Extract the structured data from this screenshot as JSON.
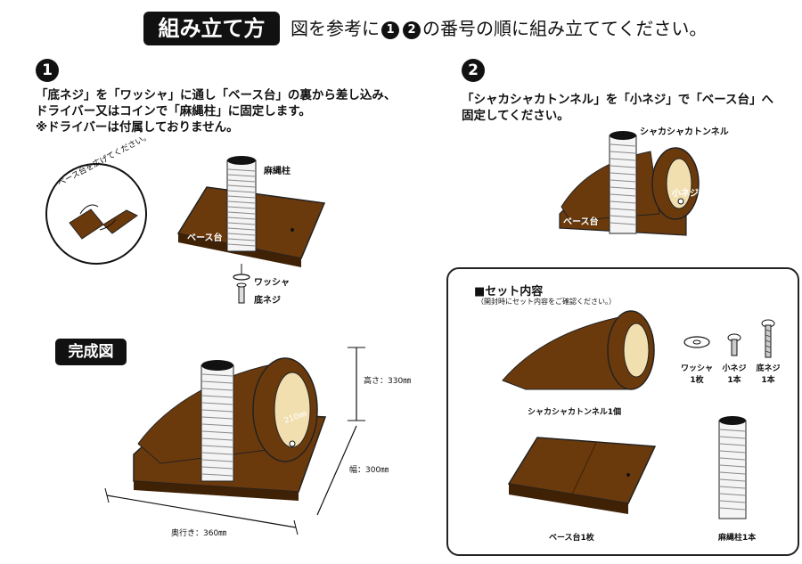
{
  "header": {
    "title": "組み立て方",
    "subtitle_before": "図を参考に",
    "num1": "1",
    "num2": "2",
    "subtitle_after": "の番号の順に組み立ててください。"
  },
  "step1": {
    "number": "1",
    "lines": [
      "「底ネジ」を「ワッシャ」に通し「ベース台」の裏から差し込み、",
      "ドライバー又はコインで「麻縄柱」に固定します。",
      "※ドライバーは付属しておりません。"
    ],
    "inset_text": "ベース台を広げてください。",
    "labels": {
      "pole": "麻縄柱",
      "base": "ベース台",
      "washer": "ワッシャ",
      "screw": "底ネジ"
    }
  },
  "step2": {
    "number": "2",
    "lines": [
      "「シャカシャカトンネル」を「小ネジ」で「ベース台」へ",
      "固定してください。"
    ],
    "labels": {
      "tunnel": "シャカシャカトンネル",
      "small_screw": "小ネジ",
      "base": "ベース台"
    }
  },
  "completed": {
    "title": "完成図",
    "height": "高さ：330㎜",
    "width": "幅：300㎜",
    "depth": "奥行き：360㎜",
    "opening": "210㎜"
  },
  "set_contents": {
    "title": "■セット内容",
    "note": "（開封時にセット内容をご確認ください。）",
    "parts": [
      {
        "name": "ワッシャ",
        "qty": "1枚"
      },
      {
        "name": "小ネジ",
        "qty": "1本"
      },
      {
        "name": "底ネジ",
        "qty": "1本"
      }
    ],
    "tunnel": "シャカシャカトンネル1個",
    "base": "ベース台1枚",
    "pole": "麻縄柱1本"
  },
  "colors": {
    "brown": "#6b3a0c",
    "dark_brown": "#3f2106",
    "inner": "#f1dfb0",
    "ink": "#111111"
  }
}
